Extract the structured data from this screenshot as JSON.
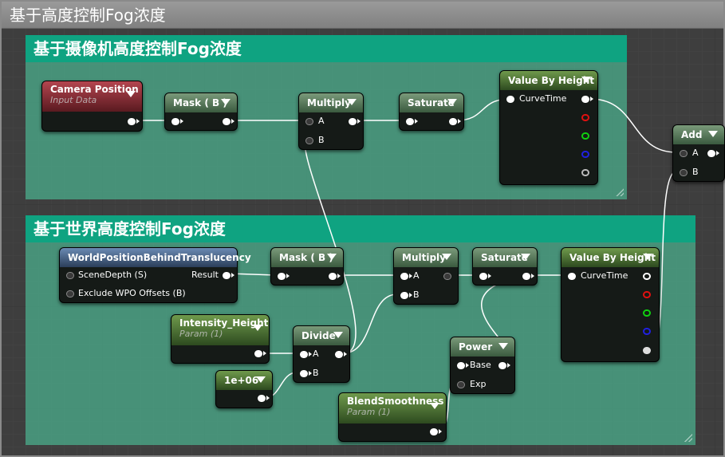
{
  "outer_comment": {
    "title": "基于高度控制Fog浓度"
  },
  "comment_camera": {
    "title": "基于摄像机高度控制Fog浓度"
  },
  "comment_world": {
    "title": "基于世界高度控制Fog浓度"
  },
  "nodes": {
    "camera_position": {
      "title": "Camera Position",
      "subtitle": "Input Data"
    },
    "mask_top": {
      "title": "Mask ( B )"
    },
    "multiply_top": {
      "title": "Multiply",
      "pin_a": "A",
      "pin_b": "B"
    },
    "saturate_top": {
      "title": "Saturate"
    },
    "vbh_top": {
      "title": "Value By Height",
      "pin_curve": "CurveTime"
    },
    "add": {
      "title": "Add",
      "pin_a": "A",
      "pin_b": "B"
    },
    "world_pos": {
      "title": "WorldPositionBehindTranslucency",
      "pin_depth": "SceneDepth (S)",
      "pin_wpo": "Exclude WPO Offsets (B)",
      "pin_result": "Result"
    },
    "mask_bottom": {
      "title": "Mask ( B )"
    },
    "multiply_bottom": {
      "title": "Multiply",
      "pin_a": "A",
      "pin_b": "B"
    },
    "saturate_bottom": {
      "title": "Saturate"
    },
    "vbh_bottom": {
      "title": "Value By Height",
      "pin_curve": "CurveTime"
    },
    "intensity": {
      "title": "Intensity_Height",
      "subtitle": "Param (1)"
    },
    "divide": {
      "title": "Divide",
      "pin_a": "A",
      "pin_b": "B"
    },
    "constant": {
      "title": "1e+06"
    },
    "power": {
      "title": "Power",
      "pin_base": "Base",
      "pin_exp": "Exp"
    },
    "blend": {
      "title": "BlendSmoothness",
      "subtitle": "Param (1)"
    }
  },
  "colors": {
    "comment_header": "#0fa381",
    "comment_body": "#49a083",
    "outer_header": "#8c8c8c",
    "wire": "#ffffff",
    "pin_red": "#e01010",
    "pin_green": "#10d010",
    "pin_blue": "#2020e0"
  }
}
